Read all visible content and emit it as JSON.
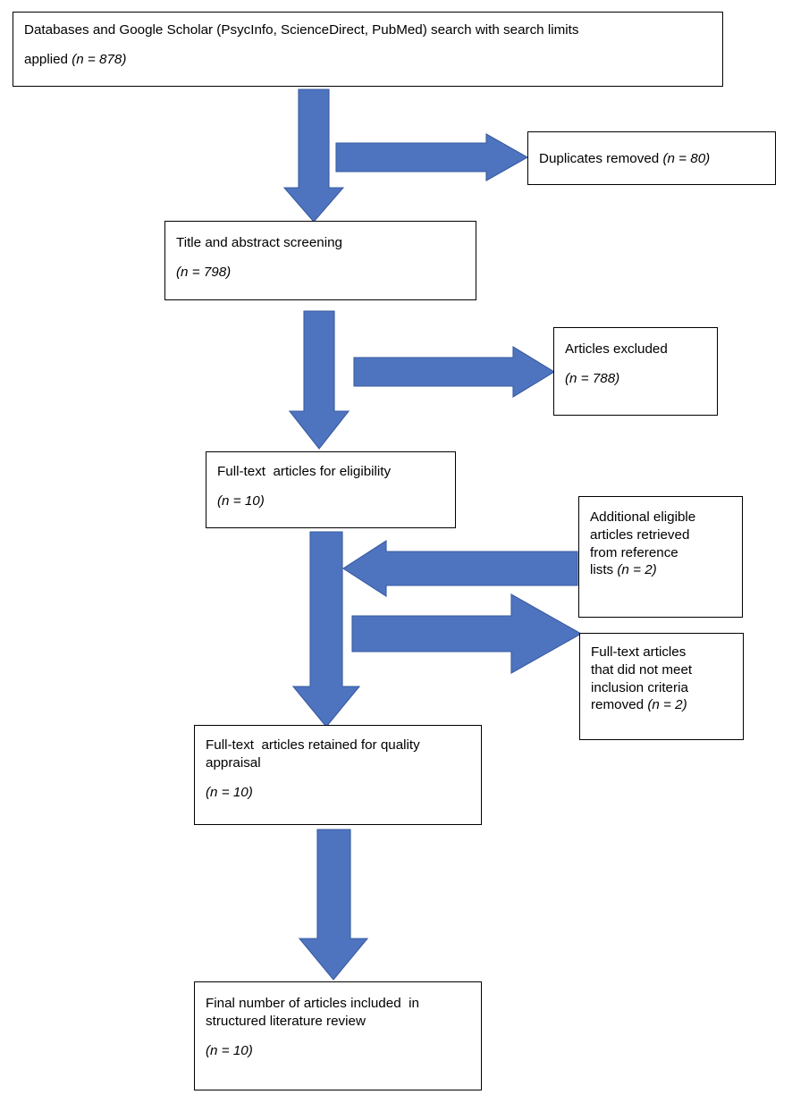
{
  "diagram": {
    "title": "PRISMA literature search flow diagram",
    "accent_color": "#4E74C0",
    "accent_stroke_color": "#3A5BA0",
    "box_border_color": "#000000",
    "background_color": "#FFFFFF",
    "text_color": "#000000"
  },
  "boxes": {
    "search": {
      "line1": "Databases and Google Scholar (PsycInfo, ScienceDirect, PubMed) search with search limits",
      "line2_prefix": "applied ",
      "line2_n": "(n = 878)"
    },
    "duplicates": {
      "line1_prefix": "Duplicates removed ",
      "line1_n": "(n = 80)"
    },
    "screening": {
      "line1": "Title and abstract screening",
      "line2_n": "(n = 798)"
    },
    "excluded": {
      "line1": "Articles excluded",
      "line2_n": "(n = 788)"
    },
    "eligibility": {
      "line1": "Full-text  articles for eligibility",
      "line2_n": "(n = 10)"
    },
    "additional": {
      "line1": "Additional eligible",
      "line2": "articles retrieved",
      "line3": "from reference",
      "line4_prefix": "lists ",
      "line4_n": "(n = 2)"
    },
    "not_meeting": {
      "line1": "Full-text articles",
      "line2": "that did not meet",
      "line3": "inclusion criteria",
      "line4_prefix": "removed ",
      "line4_n": "(n = 2)"
    },
    "quality": {
      "line1": "Full-text  articles retained for quality",
      "line2": "appraisal",
      "line3_n": "(n = 10)"
    },
    "final": {
      "line1": "Final number of articles included  in",
      "line2": "structured literature review",
      "line3_n": "(n = 10)"
    }
  },
  "chart_data": {
    "type": "diagram",
    "title": "PRISMA literature search flow diagram",
    "nodes": [
      {
        "id": "search",
        "label": "Databases and Google Scholar (PsycInfo, ScienceDirect, PubMed) search with search limits applied",
        "n": 878
      },
      {
        "id": "duplicates",
        "label": "Duplicates removed",
        "n": 80
      },
      {
        "id": "screening",
        "label": "Title and abstract screening",
        "n": 798
      },
      {
        "id": "excluded",
        "label": "Articles excluded",
        "n": 788
      },
      {
        "id": "eligibility",
        "label": "Full-text articles for eligibility",
        "n": 10
      },
      {
        "id": "additional",
        "label": "Additional eligible articles retrieved from reference lists",
        "n": 2
      },
      {
        "id": "not_meeting",
        "label": "Full-text articles that did not meet inclusion criteria removed",
        "n": 2
      },
      {
        "id": "quality",
        "label": "Full-text articles retained for quality appraisal",
        "n": 10
      },
      {
        "id": "final",
        "label": "Final number of articles included in structured literature review",
        "n": 10
      }
    ],
    "edges": [
      {
        "from": "search",
        "to": "screening",
        "direction": "down"
      },
      {
        "from": "search",
        "to": "duplicates",
        "direction": "right"
      },
      {
        "from": "screening",
        "to": "eligibility",
        "direction": "down"
      },
      {
        "from": "screening",
        "to": "excluded",
        "direction": "right"
      },
      {
        "from": "eligibility",
        "to": "quality",
        "direction": "down"
      },
      {
        "from": "additional",
        "to": "eligibility",
        "direction": "left"
      },
      {
        "from": "eligibility",
        "to": "not_meeting",
        "direction": "right"
      },
      {
        "from": "quality",
        "to": "final",
        "direction": "down"
      }
    ]
  }
}
